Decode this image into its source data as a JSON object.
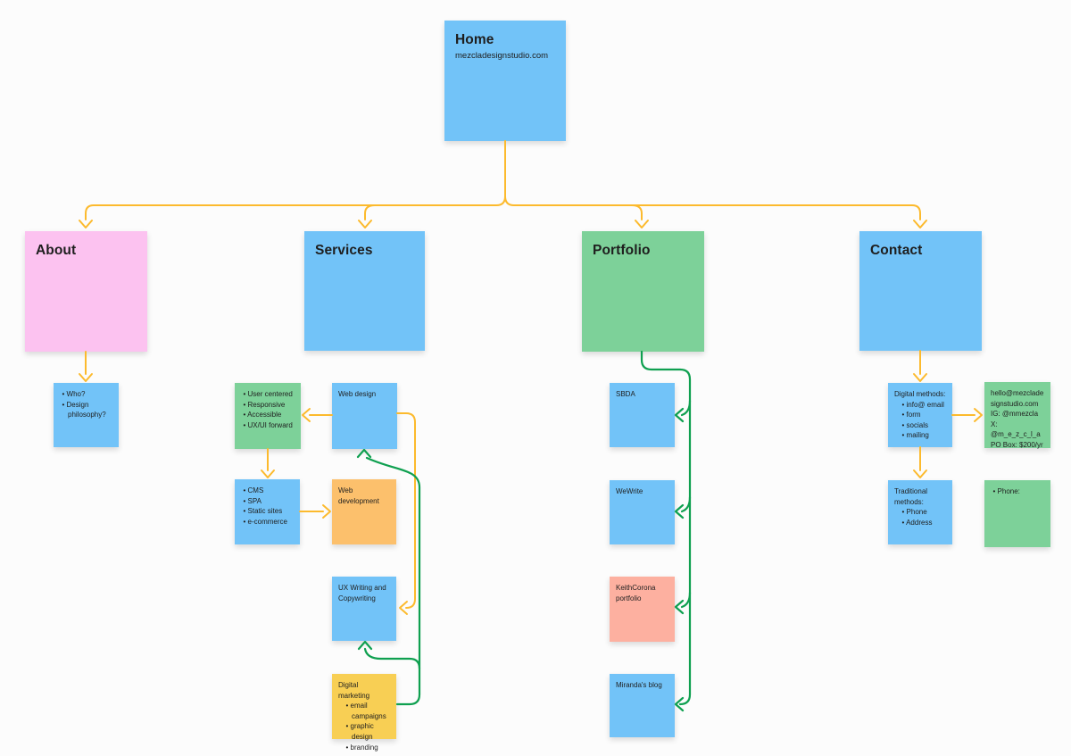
{
  "canvas": {
    "background": "#FCFCFC"
  },
  "colors": {
    "sticky_blue": "#72C3F8",
    "sticky_pink": "#FCC2F0",
    "sticky_green": "#7DD199",
    "sticky_orange": "#FCC06C",
    "sticky_yellow": "#F8CF54",
    "sticky_salmon": "#FDB0A0",
    "connector_yellow": "#FCBA2D",
    "connector_green": "#0FA050",
    "text": "#1E1E1E"
  },
  "nodes": {
    "home": {
      "title": "Home",
      "subtitle": "mezcladesignstudio.com"
    },
    "about": {
      "title": "About"
    },
    "services": {
      "title": "Services"
    },
    "portfolio": {
      "title": "Portfolio"
    },
    "contact": {
      "title": "Contact"
    },
    "about_notes": {
      "bullets": [
        "Who?",
        "Design philosophy?"
      ]
    },
    "services_principles": {
      "bullets": [
        "User centered",
        "Responsive",
        "Accessible",
        "UX/UI forward"
      ]
    },
    "web_design": {
      "label": "Web design"
    },
    "services_tech": {
      "bullets": [
        "CMS",
        "SPA",
        "Static sites",
        "e-commerce"
      ]
    },
    "web_development": {
      "label": "Web development"
    },
    "ux_writing": {
      "label": "UX Writing and Copywriting"
    },
    "digital_marketing": {
      "heading": "Digital marketing",
      "bullets": [
        "email campaigns",
        "graphic design",
        "branding"
      ]
    },
    "sbda": {
      "label": "SBDA"
    },
    "wewrite": {
      "label": "WeWrite"
    },
    "keithcorona": {
      "label": "KeithCorona portfolio"
    },
    "mirandas_blog": {
      "label": "Miranda's blog"
    },
    "digital_methods": {
      "heading": "Digital methods:",
      "bullets": [
        "info@ email",
        "form",
        "socials",
        "mailing"
      ]
    },
    "contact_details": {
      "lines": [
        "hello@mezcladesignstudio.com",
        "IG: @mmezcla",
        "X: @m_e_z_c_l_a",
        "PO Box: $200/yr"
      ]
    },
    "traditional_methods": {
      "heading": "Traditional methods:",
      "bullets": [
        "Phone",
        "Address"
      ]
    },
    "phone": {
      "bullets": [
        "Phone:"
      ]
    }
  }
}
